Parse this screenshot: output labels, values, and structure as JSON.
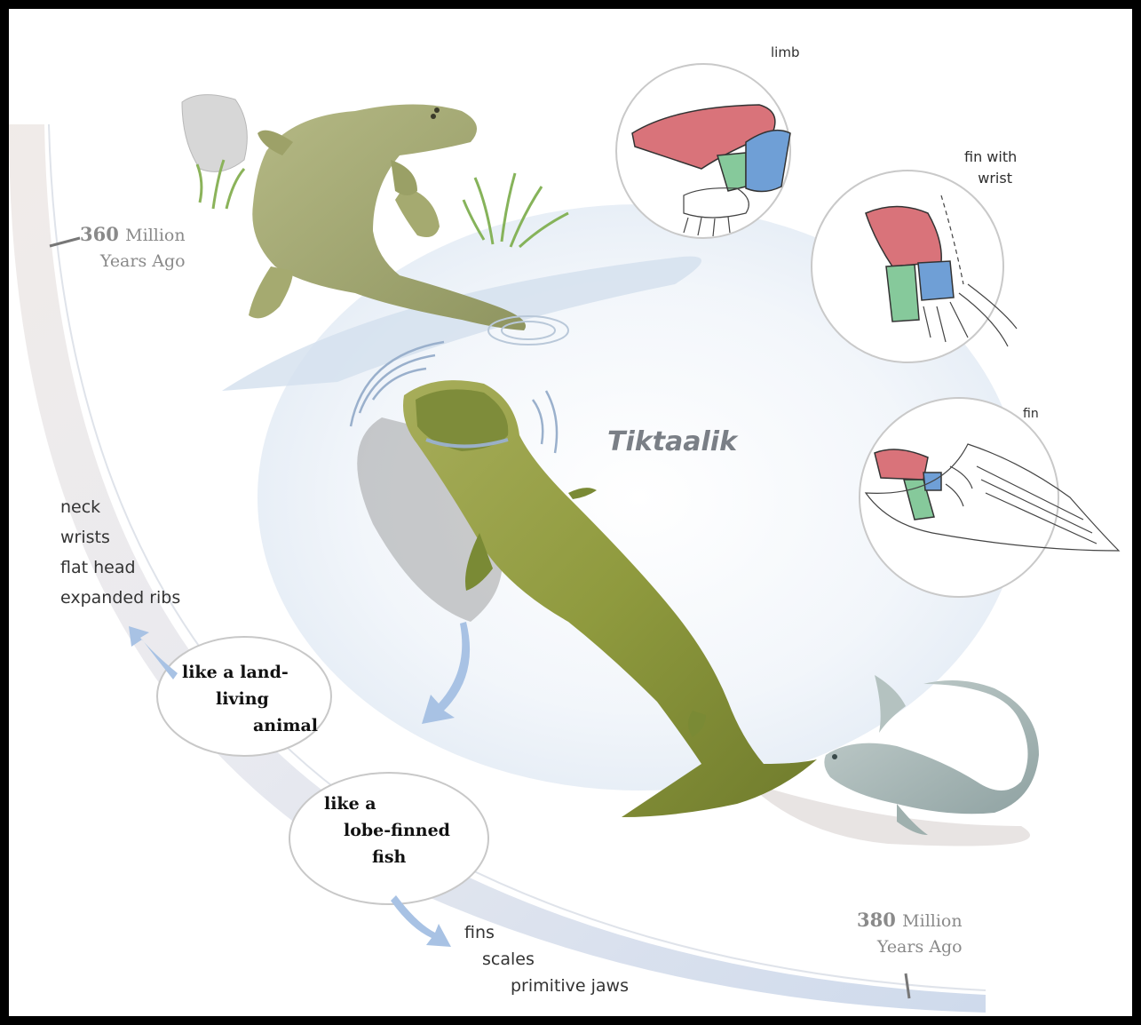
{
  "title": "Tiktaalik",
  "eras": {
    "top": {
      "value": "360",
      "unit": "Million",
      "line2": "Years Ago"
    },
    "bottom": {
      "value": "380",
      "unit": "Million",
      "line2": "Years Ago"
    }
  },
  "insets": {
    "limb": "limb",
    "fin_wrist_line1": "fin with",
    "fin_wrist_line2": "wrist",
    "fin": "fin"
  },
  "land_traits": [
    "neck",
    "wrists",
    "flat head",
    "expanded ribs"
  ],
  "fish_traits": [
    "fins",
    "scales",
    "primitive jaws"
  ],
  "bubbles": {
    "land": [
      "like a land-",
      "living",
      "animal"
    ],
    "fish": [
      "like a",
      "lobe-finned",
      "fish"
    ]
  },
  "colors": {
    "background": "#000000",
    "panel": "#ffffff",
    "water": "#c9d8ea",
    "bone_red": "#d9737a",
    "bone_green": "#86c99b",
    "bone_blue": "#6f9fd6",
    "creature": "#9aa64a",
    "fish": "#a9b8b8",
    "arrow": "#a8c2e4"
  }
}
